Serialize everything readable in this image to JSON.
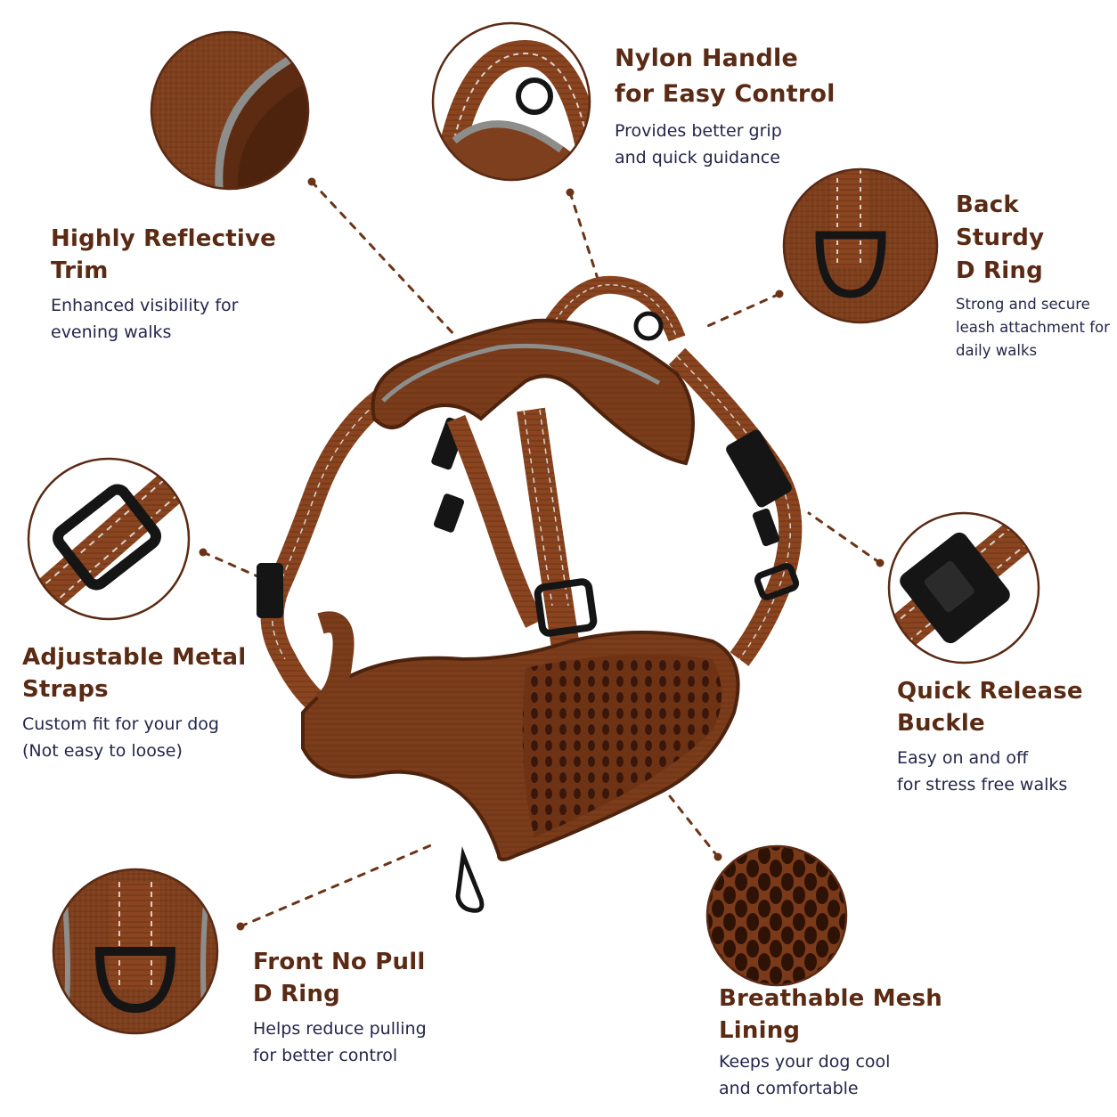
{
  "colors": {
    "brown": "#7a3d1c",
    "dark_brown": "#4e230e",
    "title_color": "#5a2a14",
    "desc_color": "#23264a",
    "reflective_grey": "#8d8e8c",
    "hardware_black": "#151515",
    "dot_line": "#6b3418"
  },
  "features": [
    {
      "id": "reflective",
      "title_lines": [
        "Highly Reflective Trim"
      ],
      "desc_lines": [
        "Enhanced visibility for",
        "evening walks"
      ],
      "icon": "reflective-trim-closeup"
    },
    {
      "id": "handle",
      "title_lines": [
        "Nylon Handle",
        "for Easy Control"
      ],
      "desc_lines": [
        "Provides better grip",
        "and quick guidance"
      ],
      "icon": "nylon-handle-closeup"
    },
    {
      "id": "back-ring",
      "title_lines": [
        "Back Sturdy",
        "D Ring"
      ],
      "desc_lines": [
        "Strong and secure",
        "leash attachment for",
        "daily walks"
      ],
      "icon": "back-d-ring-closeup"
    },
    {
      "id": "straps",
      "title_lines": [
        "Adjustable Metal",
        "Straps"
      ],
      "desc_lines": [
        "Custom fit for your dog",
        "(Not easy to loose)"
      ],
      "icon": "adjustable-buckle-closeup"
    },
    {
      "id": "buckle",
      "title_lines": [
        "Quick Release",
        "Buckle"
      ],
      "desc_lines": [
        "Easy on and off",
        "for stress free walks"
      ],
      "icon": "quick-release-buckle-closeup"
    },
    {
      "id": "front-ring",
      "title_lines": [
        "Front No Pull",
        "D Ring"
      ],
      "desc_lines": [
        "Helps reduce pulling",
        "for better control"
      ],
      "icon": "front-d-ring-closeup"
    },
    {
      "id": "mesh",
      "title_lines": [
        "Breathable Mesh",
        "Lining"
      ],
      "desc_lines": [
        "Keeps your dog cool",
        "and comfortable"
      ],
      "icon": "mesh-lining-closeup"
    }
  ]
}
